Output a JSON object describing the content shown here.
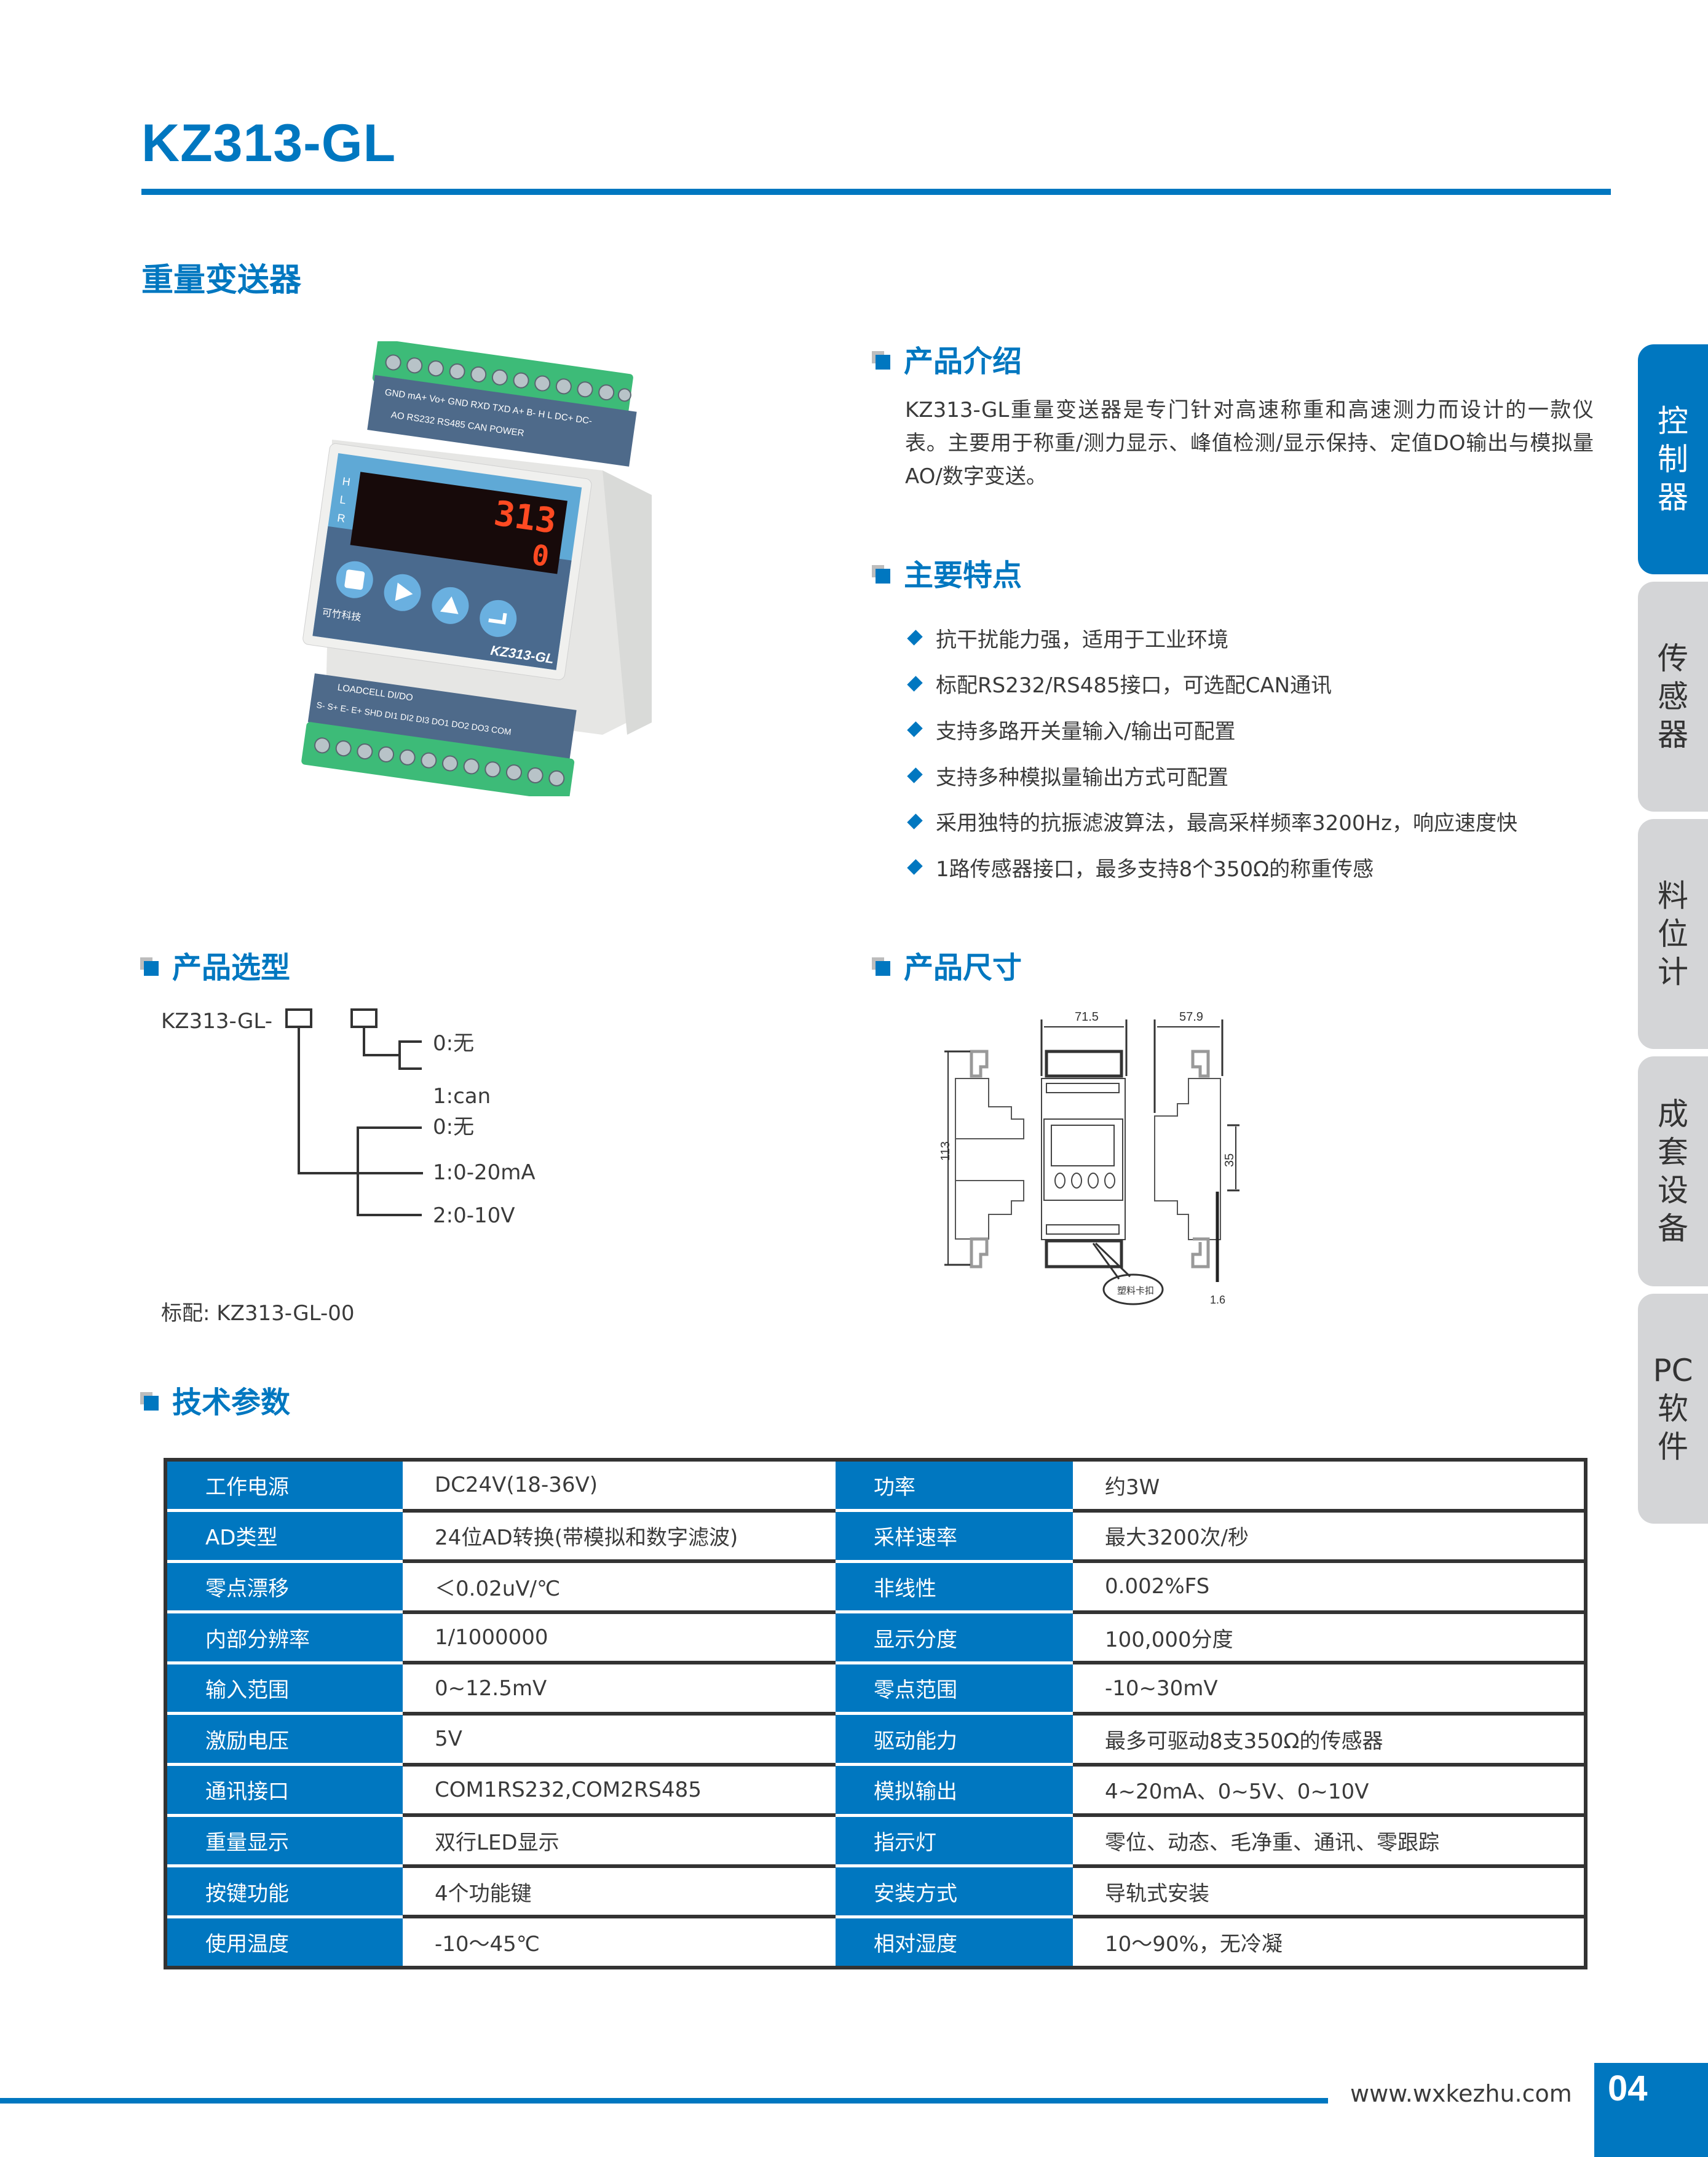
{
  "header": {
    "model": "KZ313-GL",
    "subtitle": "重量变送器"
  },
  "intro": {
    "heading": "产品介绍",
    "text": "KZ313-GL重量变送器是专门针对高速称重和高速测力而设计的一款仪表。主要用于称重/测力显示、峰值检测/显示保持、定值DO输出与模拟量AO/数字变送。"
  },
  "features": {
    "heading": "主要特点",
    "items": [
      "抗干扰能力强，适用于工业环境",
      "标配RS232/RS485接口，可选配CAN通讯",
      "支持多路开关量输入/输出可配置",
      "支持多种模拟量输出方式可配置",
      "采用独特的抗振滤波算法，最高采样频率3200Hz，响应速度快",
      "1路传感器接口，最多支持8个350Ω的称重传感"
    ]
  },
  "product_image": {
    "display_top": "313",
    "display_bottom": "0",
    "indicators": [
      "H",
      "L",
      "R"
    ],
    "brand": "可竹科技",
    "model_label": "KZ313-GL",
    "top_terminals": {
      "labels": [
        "GND mA+ Vo+",
        "GND RXD TXD",
        "A+ B-",
        "H L",
        "DC+ DC-"
      ],
      "groups": [
        "AO",
        "RS232",
        "RS485",
        "CAN",
        "POWER"
      ]
    },
    "bottom_terminals": {
      "groups": [
        "LOADCELL",
        "DI/DO"
      ],
      "labels": [
        "S-",
        "S+",
        "E-",
        "E+",
        "SHD",
        "DI1",
        "DI2",
        "DI3",
        "DO1",
        "DO2",
        "DO3",
        "COM"
      ]
    }
  },
  "selection": {
    "heading": "产品选型",
    "prefix": "KZ313-GL-",
    "option2": [
      "0:无",
      "1:can"
    ],
    "option1": [
      "0:无",
      "1:0-20mA",
      "2:0-10V"
    ],
    "standard_label": "标配:",
    "standard_value": "KZ313-GL-00"
  },
  "dimensions": {
    "heading": "产品尺寸",
    "width_front": "71.5",
    "depth_side": "57.9",
    "height": "113",
    "rail": "35",
    "rail_thickness": "1.6",
    "clip_label": "塑料卡扣"
  },
  "specs": {
    "heading": "技术参数",
    "rows": [
      {
        "k1": "工作电源",
        "v1": "DC24V(18-36V)",
        "k2": "功率",
        "v2": "约3W"
      },
      {
        "k1": "AD类型",
        "v1": "24位AD转换(带模拟和数字滤波)",
        "k2": "采样速率",
        "v2": "最大3200次/秒"
      },
      {
        "k1": "零点漂移",
        "v1": "＜0.02uV/℃",
        "k2": "非线性",
        "v2": "0.002%FS"
      },
      {
        "k1": "内部分辨率",
        "v1": "1/1000000",
        "k2": "显示分度",
        "v2": "100,000分度"
      },
      {
        "k1": "输入范围",
        "v1": "0~12.5mV",
        "k2": "零点范围",
        "v2": "-10~30mV"
      },
      {
        "k1": "激励电压",
        "v1": "5V",
        "k2": "驱动能力",
        "v2": "最多可驱动8支350Ω的传感器"
      },
      {
        "k1": "通讯接口",
        "v1": "COM1RS232,COM2RS485",
        "k2": "模拟输出",
        "v2": "4~20mA、0~5V、0~10V"
      },
      {
        "k1": "重量显示",
        "v1": "双行LED显示",
        "k2": "指示灯",
        "v2": "零位、动态、毛净重、通讯、零跟踪"
      },
      {
        "k1": "按键功能",
        "v1": "4个功能键",
        "k2": "安装方式",
        "v2": "导轨式安装"
      },
      {
        "k1": "使用温度",
        "v1": "-10～45℃",
        "k2": "相对湿度",
        "v2": "10～90%，无冷凝"
      }
    ]
  },
  "side_tabs": [
    {
      "label": "控制器",
      "active": true
    },
    {
      "label": "传感器",
      "active": false
    },
    {
      "label": "料位计",
      "active": false
    },
    {
      "label": "成套设备",
      "active": false
    },
    {
      "label": "PC软件",
      "active": false
    }
  ],
  "footer": {
    "url": "www.wxkezhu.com",
    "page": "04"
  },
  "colors": {
    "brand_blue": "#0077c0",
    "tab_gray": "#d4d5d7",
    "text": "#3a3a3a",
    "table_border": "#333333"
  }
}
